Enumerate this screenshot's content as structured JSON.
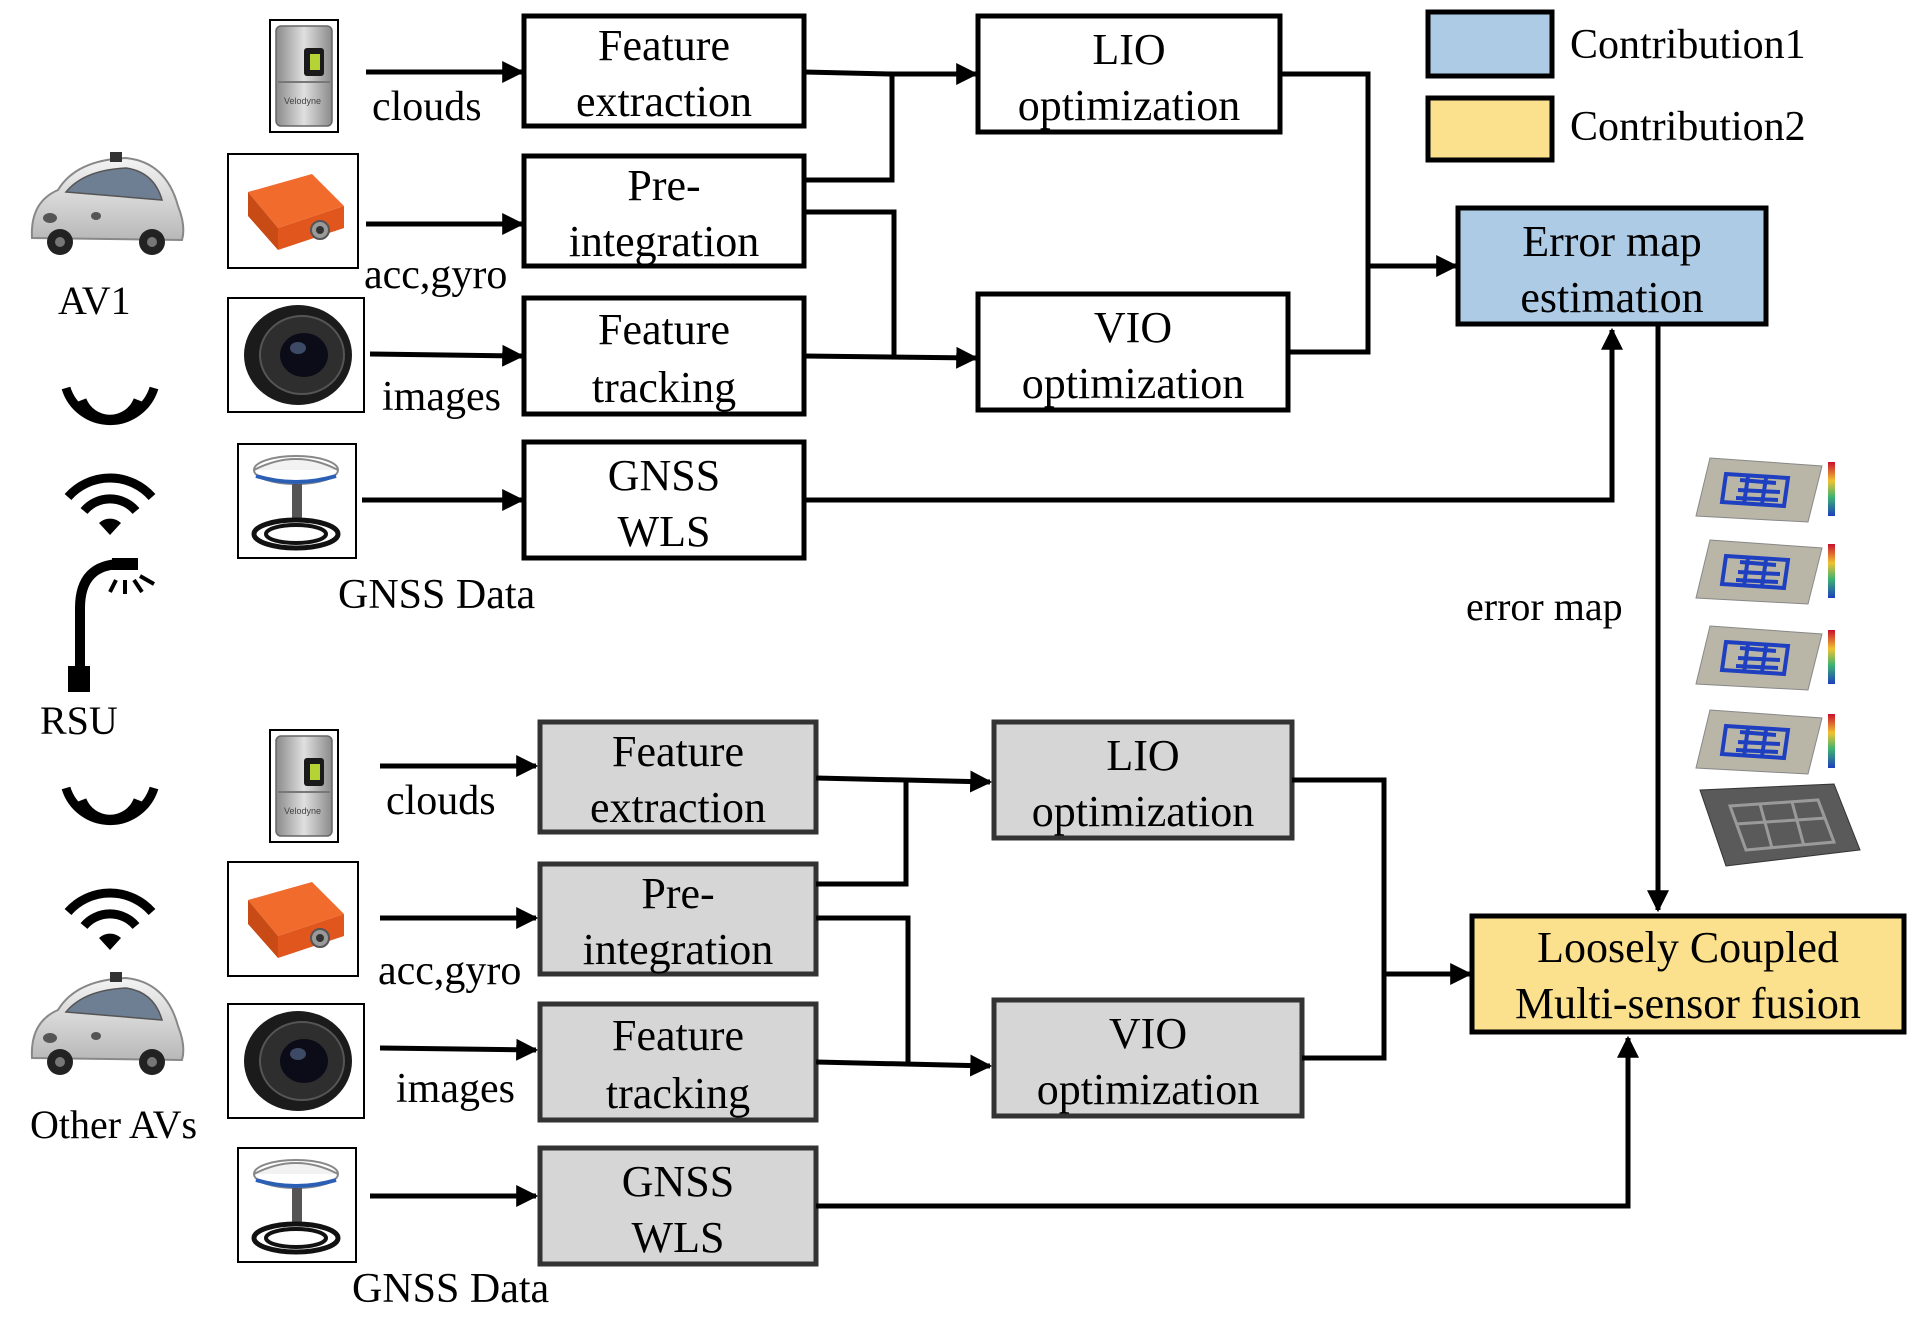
{
  "legend": {
    "items": [
      {
        "label": "Contribution1",
        "color": "#aecbe6"
      },
      {
        "label": "Contribution2",
        "color": "#fbe18d"
      }
    ]
  },
  "colors": {
    "gray_block": "#d6d6d6",
    "contribution1": "#aecbe6",
    "contribution2": "#fbe18d"
  },
  "left_labels": {
    "av1": "AV1",
    "rsu": "RSU",
    "other_avs": "Other AVs"
  },
  "top_group": {
    "input_labels": {
      "clouds": "clouds",
      "acc_gyro": "acc,gyro",
      "images": "images",
      "gnss_data": "GNSS Data"
    },
    "blocks": {
      "feature_extraction": [
        "Feature",
        "extraction"
      ],
      "pre_integration": [
        "Pre-",
        "integration"
      ],
      "feature_tracking": [
        "Feature",
        "tracking"
      ],
      "gnss_wls": [
        "GNSS",
        "WLS"
      ],
      "lio_optimization": [
        "LIO",
        "optimization"
      ],
      "vio_optimization": [
        "VIO",
        "optimization"
      ]
    }
  },
  "bottom_group": {
    "input_labels": {
      "clouds": "clouds",
      "acc_gyro": "acc,gyro",
      "images": "images",
      "gnss_data": "GNSS Data"
    },
    "blocks": {
      "feature_extraction": [
        "Feature",
        "extraction"
      ],
      "pre_integration": [
        "Pre-",
        "integration"
      ],
      "feature_tracking": [
        "Feature",
        "tracking"
      ],
      "gnss_wls": [
        "GNSS",
        "WLS"
      ],
      "lio_optimization": [
        "LIO",
        "optimization"
      ],
      "vio_optimization": [
        "VIO",
        "optimization"
      ]
    }
  },
  "error_map_estimation": [
    "Error map",
    "estimation"
  ],
  "error_map_label": "error map",
  "loosely_coupled": [
    "Loosely Coupled",
    "Multi-sensor fusion"
  ],
  "icons": [
    "velodyne-lidar-icon",
    "imu-sensor-icon",
    "camera-lens-icon",
    "gnss-antenna-icon",
    "autonomous-car-icon",
    "wireless-signal-icon",
    "wifi-icon",
    "streetlight-rsu-icon",
    "error-map-stack-icon"
  ]
}
